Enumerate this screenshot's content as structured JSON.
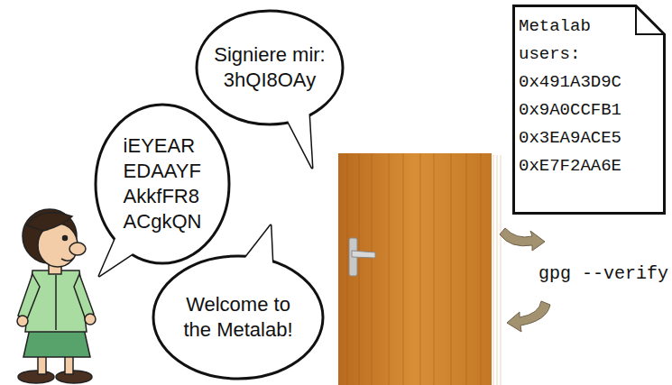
{
  "diagram": {
    "nodes": [
      {
        "text": [
          "Signiere mir: 3hQI8OAy"
        ]
      },
      {
        "text": [
          "iEYEAR EDAAYF AkkfFR8 ACgkQN"
        ]
      },
      {
        "text": [
          "Welcome to the Metalab!"
        ]
      },
      {
        "text": [
          "Metalab users:",
          "0x491A3D9C",
          "0x9A0CCFB1",
          "0x3EA9ACE5",
          "0xE7F2AA6E"
        ]
      }
    ],
    "labels": [
      "gpg --verify"
    ]
  }
}
